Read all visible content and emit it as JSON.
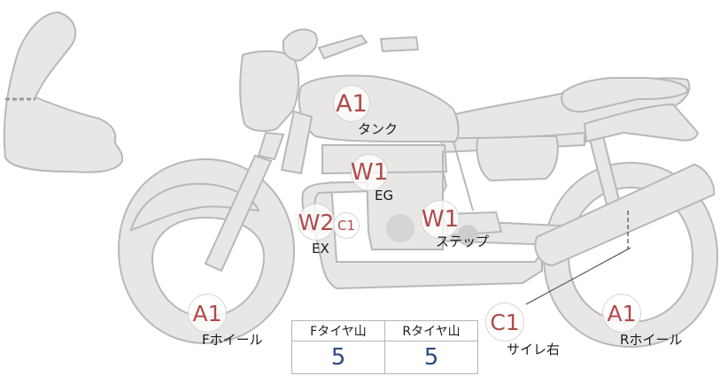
{
  "parts": {
    "tank": {
      "code": "A1",
      "label": "タンク"
    },
    "engine": {
      "code": "W1",
      "label": "EG"
    },
    "exhaust": {
      "code": "W2",
      "sub_code": "C1",
      "label": "EX"
    },
    "step": {
      "code": "W1",
      "label": "ステップ"
    },
    "front_wheel": {
      "code": "A1",
      "label": "Fホイール"
    },
    "rear_wheel": {
      "code": "A1",
      "label": "Rホイール"
    },
    "silencer": {
      "code": "C1",
      "label": "サイレ右"
    }
  },
  "tire_table": {
    "headers": [
      "Fタイヤ山",
      "Rタイヤ山"
    ],
    "values": [
      "5",
      "5"
    ]
  },
  "colors": {
    "part_fill": "#e8e7e5",
    "part_outline": "#b9b8b6",
    "code_text": "#b04a4a",
    "value_text": "#2c4a82"
  }
}
